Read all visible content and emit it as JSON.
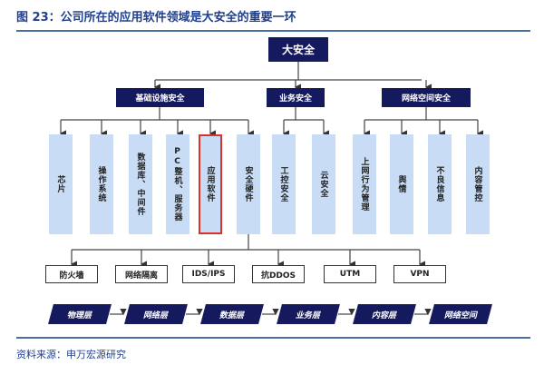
{
  "title": "图 23：公司所在的应用软件领域是大安全的重要一环",
  "root": "大安全",
  "categories": [
    "基础设施安全",
    "业务安全",
    "网络空间安全"
  ],
  "leaves": [
    "芯片",
    "操作系统",
    "数据库、中间件",
    "PC整机、服务器",
    "应用软件",
    "安全硬件",
    "工控安全",
    "云安全",
    "上网行为管理",
    "舆情",
    "不良信息",
    "内容管控"
  ],
  "highlighted_leaf": "应用软件",
  "devices": [
    "防火墙",
    "网络隔离",
    "IDS/IPS",
    "抗DDOS",
    "UTM",
    "VPN"
  ],
  "layers": [
    "物理层",
    "网络层",
    "数据层",
    "业务层",
    "内容层",
    "网络空间"
  ],
  "source": "资料来源：申万宏源研究",
  "colors": {
    "navy": "#15195e",
    "leaf": "#c9dcf5",
    "highlight": "#d9312b",
    "title": "#1f3f8f"
  }
}
